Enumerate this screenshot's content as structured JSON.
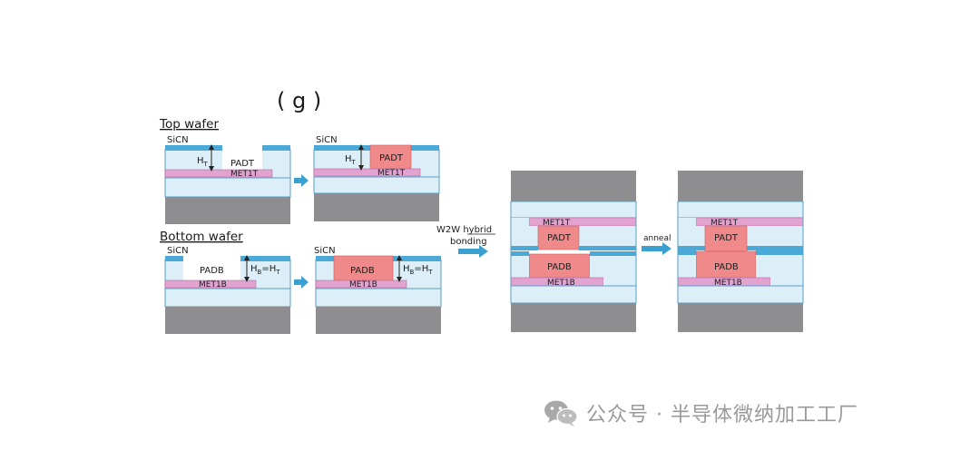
{
  "header_fragment": "(   g   )",
  "top_wafer": {
    "title": "Top wafer",
    "sicn": "SiCN",
    "ht": "H",
    "ht_sub": "T",
    "padt": "PADT",
    "met1t": "MET1T"
  },
  "bottom_wafer": {
    "title": "Bottom wafer",
    "sicn": "SiCN",
    "padb": "PADB",
    "met1b": "MET1B",
    "hb": "H",
    "hb_sub": "B",
    "eq": "=H",
    "eq_sub": "T"
  },
  "bonding_label_line1": "W2W hybrid",
  "bonding_label_line2": "bonding",
  "anneal_label": "anneal",
  "watermark": "公众号 · 半导体微纳加工工厂",
  "colors": {
    "oxide": "#dceef7",
    "sicn": "#4aa9d6",
    "pad": "#f08a8a",
    "metal": "#e2a3d0",
    "substrate": "#8e8e90",
    "arrow": "#3aa0cf",
    "outline": "#5a9fc8"
  }
}
